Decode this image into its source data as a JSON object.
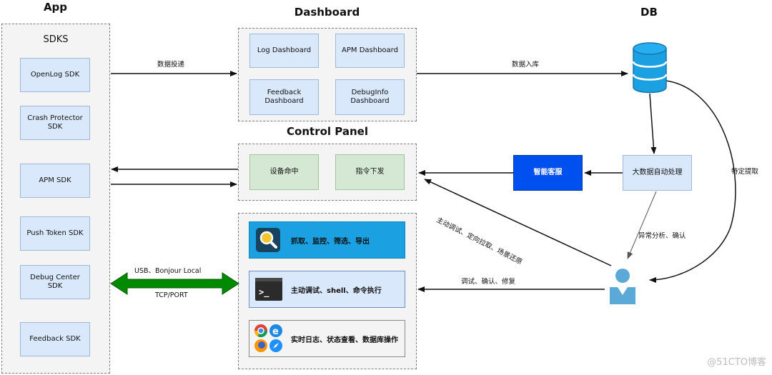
{
  "sections": {
    "app": "App",
    "dashboard": "Dashboard",
    "db": "DB",
    "control_panel": "Control Panel"
  },
  "sdks": {
    "title": "SDKS",
    "items": [
      "OpenLog SDK",
      "Crash Protector SDK",
      "APM SDK",
      "Push Token SDK",
      "Debug Center SDK",
      "Feedback SDK"
    ]
  },
  "dashboards": [
    "Log Dashboard",
    "APM Dashboard",
    "Feedback Dashboard",
    "DebugInfo Dashboard"
  ],
  "control_panel_items": [
    "设备命中",
    "指令下发"
  ],
  "tools": [
    {
      "label": "抓取、监控、筛选、导出",
      "icon": "magnifier-icon"
    },
    {
      "label": "主动调试、shell、命令执行",
      "icon": "terminal-icon"
    },
    {
      "label": "实时日志、状态查看、数据库操作",
      "icon": "browser-icons"
    }
  ],
  "nodes": {
    "smart_service": "智能客服",
    "big_data": "大数据自动处理"
  },
  "edge_labels": {
    "data_delivery": "数据投递",
    "data_storage": "数据入库",
    "specific_extract": "特定提取",
    "anomaly_analysis": "异常分析、确认",
    "debug_confirm_fix": "调试、确认、修复",
    "active_debug": "主动调试、定向拉取、场景还原",
    "usb_line": "USB、Bonjour Local",
    "tcp_line": "TCP/PORT"
  },
  "watermark": "@51CTO博客",
  "colors": {
    "blue_fill": "#dae8fc",
    "green_fill": "#d5e8d4",
    "smart_service_fill": "#0050ef",
    "tool_highlight": "#1ba1e2",
    "double_arrow": "#008a00",
    "db_blue": "#1ba1e2",
    "user_blue": "#5aa9d6"
  }
}
